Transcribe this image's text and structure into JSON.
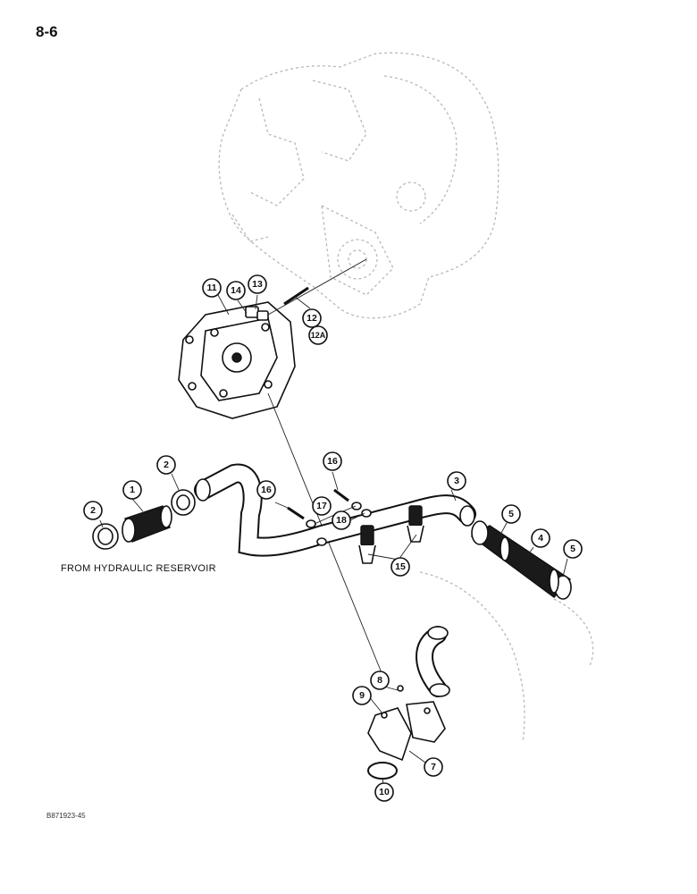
{
  "page": {
    "number": "8-6",
    "caption": "FROM HYDRAULIC RESERVOIR",
    "figure_code": "B871923-45"
  },
  "callouts": [
    {
      "id": "c1",
      "label": "1"
    },
    {
      "id": "c2a",
      "label": "2"
    },
    {
      "id": "c2b",
      "label": "2"
    },
    {
      "id": "c3",
      "label": "3"
    },
    {
      "id": "c4",
      "label": "4"
    },
    {
      "id": "c5a",
      "label": "5"
    },
    {
      "id": "c5b",
      "label": "5"
    },
    {
      "id": "c7",
      "label": "7"
    },
    {
      "id": "c8",
      "label": "8"
    },
    {
      "id": "c9",
      "label": "9"
    },
    {
      "id": "c10",
      "label": "10"
    },
    {
      "id": "c11",
      "label": "11"
    },
    {
      "id": "c12",
      "label": "12"
    },
    {
      "id": "c12a",
      "label": "12A"
    },
    {
      "id": "c13",
      "label": "13"
    },
    {
      "id": "c14",
      "label": "14"
    },
    {
      "id": "c15",
      "label": "15"
    },
    {
      "id": "c16a",
      "label": "16"
    },
    {
      "id": "c16b",
      "label": "16"
    },
    {
      "id": "c17",
      "label": "17"
    },
    {
      "id": "c18",
      "label": "18"
    }
  ]
}
